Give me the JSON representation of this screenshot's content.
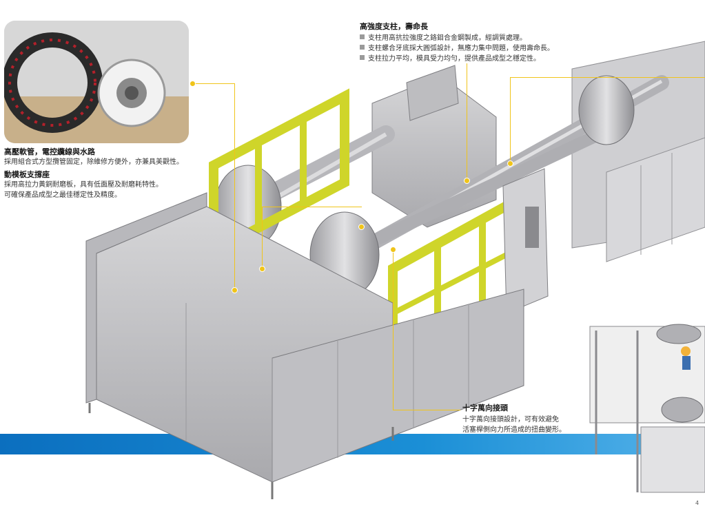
{
  "callouts": {
    "hose": {
      "title": "高壓軟管，電控纜線與水路",
      "text": "採用組合式方型攬管固定，除維修方便外，亦兼具美觀性。"
    },
    "platen_support": {
      "title": "動模板支撐座",
      "lines": [
        "採用高拉力黃銅耐磨板，具有低面壓及耐磨耗特性。",
        "可確保產品成型之最佳穩定性及精度。"
      ]
    },
    "tie_bar": {
      "title": "高強度支柱，壽命長",
      "bullets": [
        "支柱用高抗拉強度之鉻鉬合金鋼製成，經調質處理。",
        "支柱螺合牙底採大圓弧設計，無應力集中問題，使用壽命長。",
        "支柱拉力平均，模具受力均勻，提供產品成型之穩定性。"
      ]
    },
    "joint": {
      "title": "十字萬向接頭",
      "lines": [
        "十字萬向接頭設計，可有效避免",
        "活塞桿側向力所造成的扭曲變形。"
      ]
    }
  },
  "page_number": "4",
  "colors": {
    "accent_yellow": "#f0c419",
    "machine_grey": "#c9c9cb",
    "guard_yellow": "#cfd52a",
    "blue_band": "#1b8fd6"
  }
}
